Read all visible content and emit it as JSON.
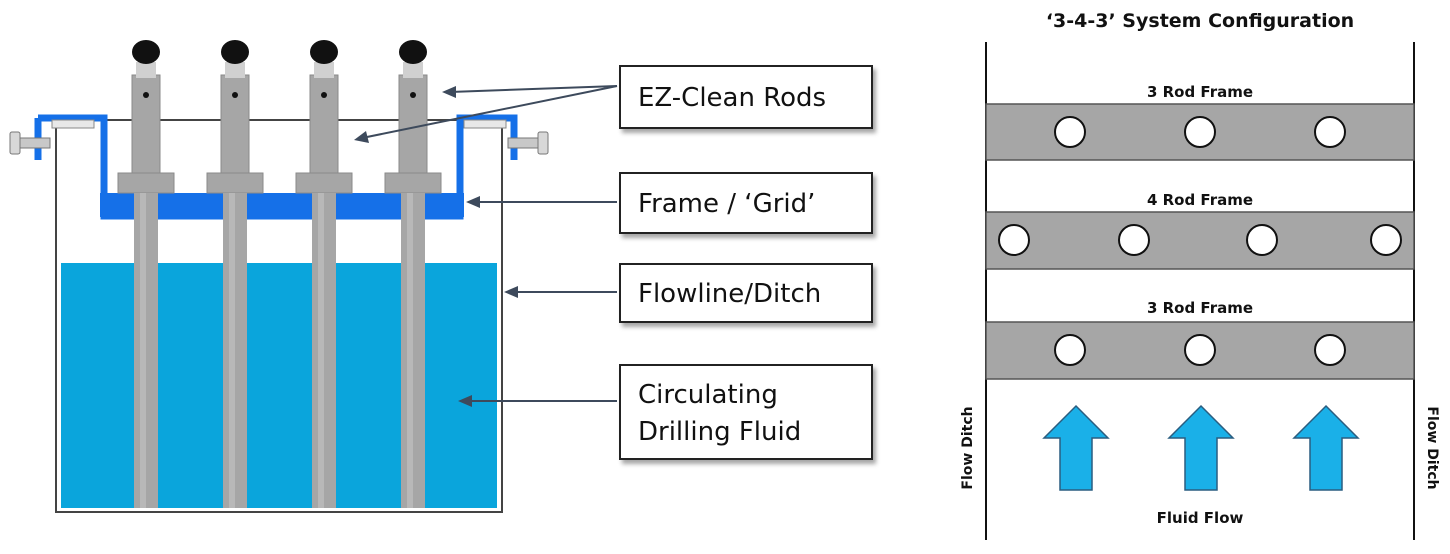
{
  "colors": {
    "fluid": "#0aa5dc",
    "frame_blue": "#1570e8",
    "rod_gray": "#a6a6a6",
    "rod_dark": "#8c8c8c",
    "bar_gray": "#a6a6a6",
    "arrow_blue": "#1ab0e8",
    "knob": "#111111"
  },
  "callouts": {
    "rods": "EZ-Clean Rods",
    "frame": "Frame / ‘Grid’",
    "flowline": "Flowline/Ditch",
    "fluid_line1": "Circulating",
    "fluid_line2": "Drilling Fluid"
  },
  "config": {
    "title": "‘3-4-3’ System Configuration",
    "frames": [
      {
        "label": "3 Rod Frame",
        "rods": 3
      },
      {
        "label": "4 Rod Frame",
        "rods": 4
      },
      {
        "label": "3 Rod Frame",
        "rods": 3
      }
    ],
    "flow_label": "Fluid Flow",
    "left_side_label": "Flow Ditch",
    "right_side_label": "Flow Ditch",
    "flow_arrows": 3
  }
}
